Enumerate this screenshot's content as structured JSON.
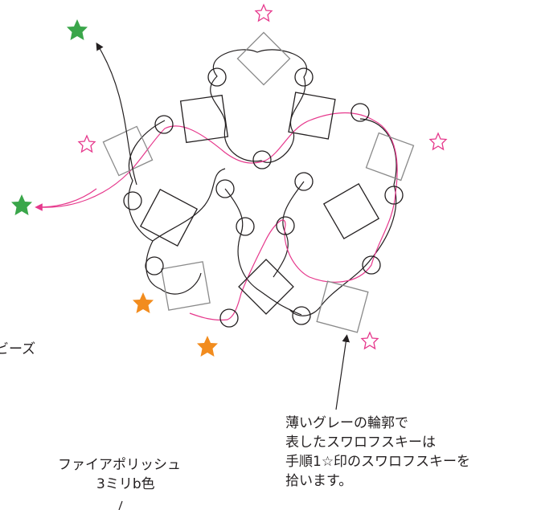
{
  "labels": {
    "cut_left": "ビーズ",
    "gray_note_line1": "薄いグレーの輪郭で",
    "gray_note_line2": "表したスワロフスキーは",
    "gray_note_line3": "手順1☆印のスワロフスキーを",
    "gray_note_line4": "拾います。",
    "fire_polish_line1": "ファイアポリッシュ",
    "fire_polish_line2": "3ミリb色"
  },
  "colors": {
    "thread_pink": "#e6388c",
    "thread_black": "#231f20",
    "gray_crystal": "#8a8a8a",
    "star_green": "#3aa64a",
    "star_orange": "#f28c1e",
    "star_outline": "#e6388c"
  },
  "legend_icons": {
    "outline_star": "outline-star-icon",
    "green_star": "green-star-icon",
    "orange_star": "orange-star-icon"
  }
}
